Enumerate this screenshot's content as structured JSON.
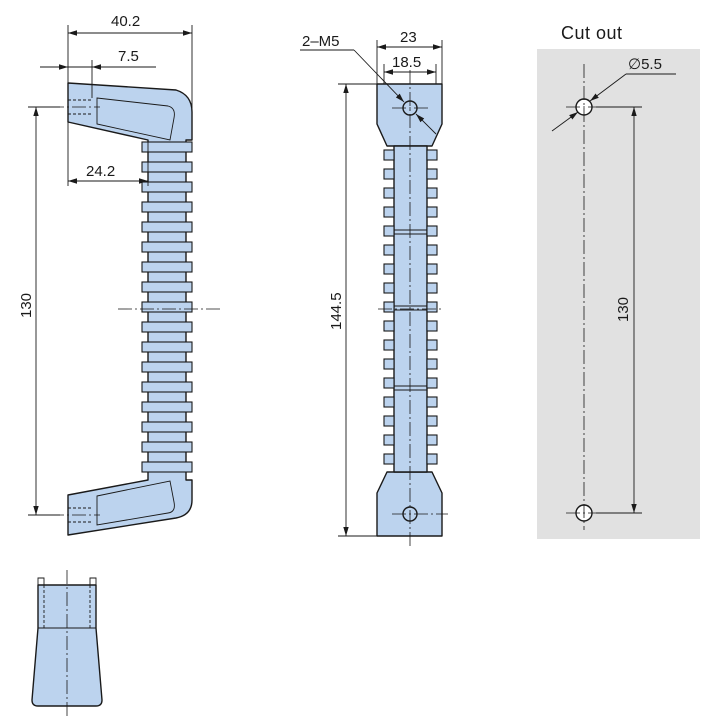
{
  "cutout": {
    "title": "Cut out",
    "hole_dia": "∅5.5",
    "pitch": "130"
  },
  "side_view": {
    "dim_top_width": "40.2",
    "dim_small": "7.5",
    "dim_inner": "24.2",
    "dim_height": "130"
  },
  "front_view": {
    "dim_thread": "2–M5",
    "dim_width": "23",
    "dim_inner_width": "18.5",
    "dim_length": "144.5"
  },
  "colors": {
    "part_fill": "#bcd3ee",
    "cutout_panel": "#e1e1e1",
    "line": "#1a1a1a"
  }
}
